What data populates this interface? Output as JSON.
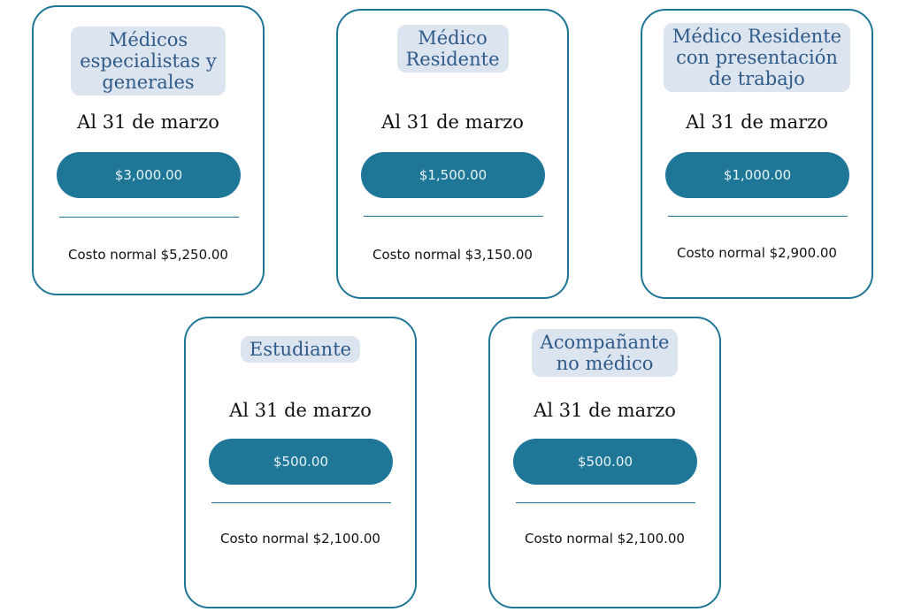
{
  "cards": [
    {
      "title": "Médicos\nespecialistas y\ngenerales",
      "date": "Al 31 de marzo",
      "price": "$3,000.00",
      "normal": "Costo normal $5,250.00"
    },
    {
      "title": "Médico\nResidente",
      "date": "Al 31 de marzo",
      "price": "$1,500.00",
      "normal": "Costo normal $3,150.00"
    },
    {
      "title": "Médico Residente\ncon presentación\nde trabajo",
      "date": "Al 31 de marzo",
      "price": "$1,000.00",
      "normal": "Costo normal $2,900.00"
    },
    {
      "title": "Estudiante",
      "date": "Al 31 de marzo",
      "price": "$500.00",
      "normal": "Costo normal $2,100.00"
    },
    {
      "title": "Acompañante\nno médico",
      "date": "Al 31 de marzo",
      "price": "$500.00",
      "normal": "Costo normal $2,100.00"
    }
  ],
  "colors": {
    "border": "#1e7797",
    "button": "#1e7797",
    "title_bg": "#dce4ef",
    "title_text": "#2f5b8a"
  }
}
